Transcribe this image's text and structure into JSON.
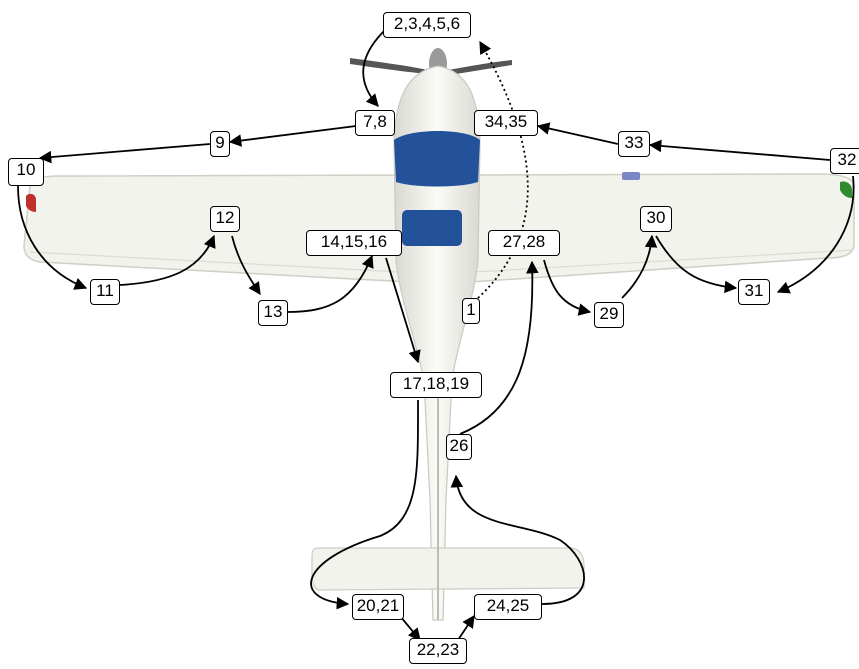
{
  "diagram": {
    "labels": {
      "l1": "1",
      "l2_6": "2,3,4,5,6",
      "l7_8": "7,8",
      "l9": "9",
      "l10": "10",
      "l11": "11",
      "l12": "12",
      "l13": "13",
      "l14_16": "14,15,16",
      "l17_19": "17,18,19",
      "l20_21": "20,21",
      "l22_23": "22,23",
      "l24_25": "24,25",
      "l26": "26",
      "l27_28": "27,28",
      "l29": "29",
      "l30": "30",
      "l31": "31",
      "l32": "32",
      "l33": "33",
      "l34_35": "34,35"
    },
    "colors": {
      "airframe": "#f3f3ee",
      "cockpit": "#23529a",
      "nav_light_left": "#c0302a",
      "nav_light_right": "#2e8b2e"
    }
  }
}
